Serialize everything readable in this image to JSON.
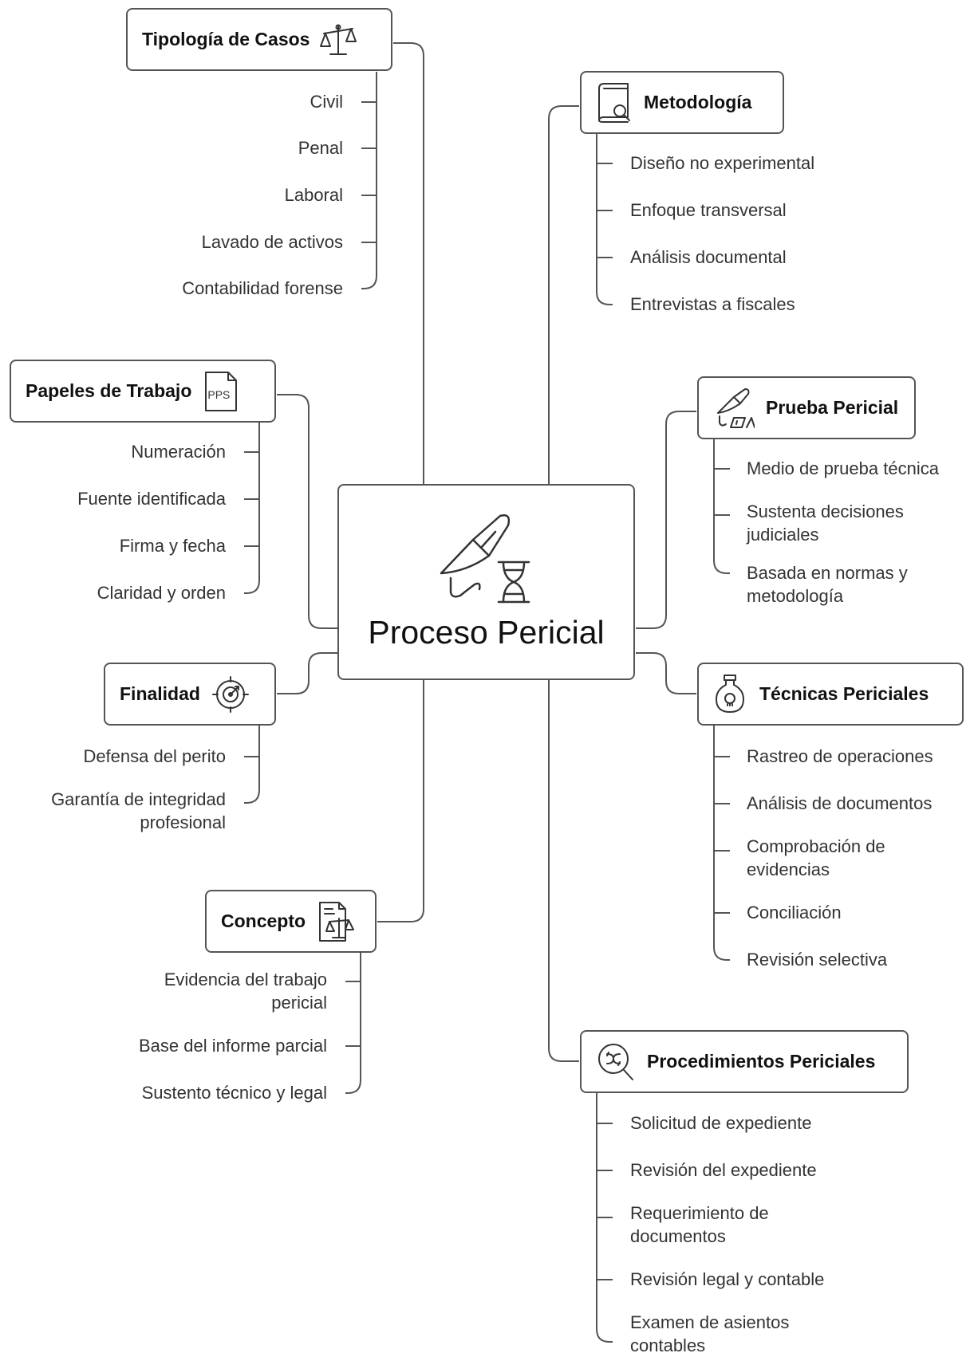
{
  "center": {
    "title": "Proceso Pericial",
    "icon": "knife-dna-icon"
  },
  "branches": [
    {
      "id": "tipologia",
      "title": "Tipología de Casos",
      "icon": "scales-icon",
      "items": [
        "Civil",
        "Penal",
        "Laboral",
        "Lavado de activos",
        "Contabilidad forense"
      ]
    },
    {
      "id": "metodologia",
      "title": "Metodología",
      "icon": "book-search-icon",
      "items": [
        "Diseño no experimental",
        "Enfoque transversal",
        "Análisis documental",
        "Entrevistas a fiscales"
      ]
    },
    {
      "id": "papeles",
      "title": "Papeles de Trabajo",
      "icon": "pps-file-icon",
      "icon_text": "PPS",
      "items": [
        "Numeración",
        "Fuente identificada",
        "Firma y fecha",
        "Claridad y orden"
      ]
    },
    {
      "id": "prueba",
      "title": "Prueba Pericial",
      "icon": "knife-evidence-icon",
      "items": [
        "Medio de prueba técnica",
        "Sustenta decisiones judiciales",
        "Basada en normas y metodología"
      ]
    },
    {
      "id": "finalidad",
      "title": "Finalidad",
      "icon": "target-icon",
      "items": [
        "Defensa del perito",
        "Garantía de integridad profesional"
      ]
    },
    {
      "id": "tecnicas",
      "title": "Técnicas Periciales",
      "icon": "poison-flask-icon",
      "items": [
        "Rastreo de operaciones",
        "Análisis de documentos",
        "Comprobación de evidencias",
        "Conciliación",
        "Revisión selectiva"
      ]
    },
    {
      "id": "concepto",
      "title": "Concepto",
      "icon": "document-scales-icon",
      "items": [
        "Evidencia del trabajo pericial",
        "Base del informe parcial",
        "Sustento técnico y legal"
      ]
    },
    {
      "id": "procedimientos",
      "title": "Procedimientos Periciales",
      "icon": "dna-magnifier-icon",
      "items": [
        "Solicitud de expediente",
        "Revisión del expediente",
        "Requerimiento de documentos",
        "Revisión legal y contable",
        "Examen de asientos contables"
      ]
    }
  ]
}
